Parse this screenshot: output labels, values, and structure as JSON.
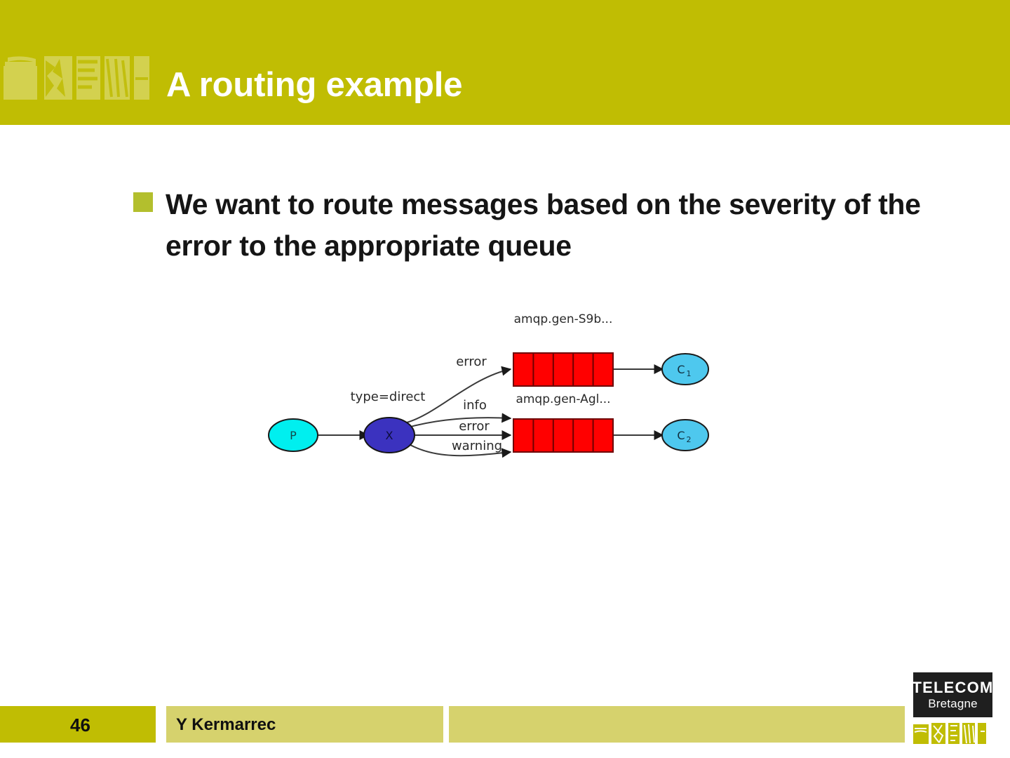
{
  "slide": {
    "title": "A routing example",
    "bullet": "We want to route messages based on the severity of the error to the appropriate queue"
  },
  "footer": {
    "page_number": "46",
    "author": "Y Kermarrec"
  },
  "logo": {
    "line1": "TELECOM",
    "line2": "Bretagne"
  },
  "diagram": {
    "producer": {
      "label": "P"
    },
    "exchange": {
      "label": "X",
      "type_label": "type=direct"
    },
    "queues": [
      {
        "name": "amqp.gen-S9b...",
        "cells": 5
      },
      {
        "name": "amqp.gen-Agl...",
        "cells": 5
      }
    ],
    "consumers": [
      {
        "label": "C",
        "sub": "1"
      },
      {
        "label": "C",
        "sub": "2"
      }
    ],
    "bindings": [
      {
        "key": "error",
        "queue": 0
      },
      {
        "key": "info",
        "queue": 1
      },
      {
        "key": "error",
        "queue": 1
      },
      {
        "key": "warning",
        "queue": 1
      }
    ],
    "colors": {
      "producer_fill": "#00e5e5",
      "exchange_fill": "#3333bb",
      "queue_fill": "#ff0000",
      "queue_stroke": "#7a0000",
      "consumer_fill": "#4ec8ee",
      "edge": "#2b2b2b"
    }
  },
  "theme": {
    "header_olive": "#c0bd03",
    "bullet_olive": "#b3bf2d",
    "footer_light_olive": "#d6d26d"
  }
}
